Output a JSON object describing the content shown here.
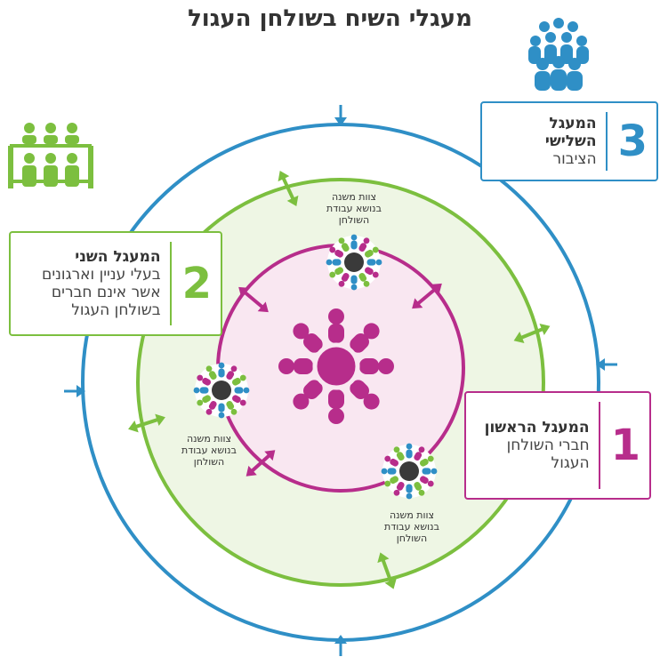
{
  "title": "מעגלי השיח בשולחן העגול",
  "circles": {
    "third": {
      "number": "3",
      "heading": "המעגל השלישי",
      "description": "הציבור",
      "color": "#2f8fc6"
    },
    "second": {
      "number": "2",
      "heading": "המעגל השני",
      "description": "בעלי עניין וארגונים\nאשר אינם חברים\nבשולחן העגול",
      "color": "#7cbf3f"
    },
    "first": {
      "number": "1",
      "heading": "המעגל הראשון",
      "description": "חברי השולחן\nהעגול",
      "color": "#b72d8b"
    }
  },
  "team_label": "צוות משנה\nבנושא עבודת\nהשולחן",
  "icons": [
    "crowd-icon",
    "group-board-icon",
    "team-cluster-icon",
    "two-way-arrow-icon",
    "inward-arrow-icon"
  ]
}
